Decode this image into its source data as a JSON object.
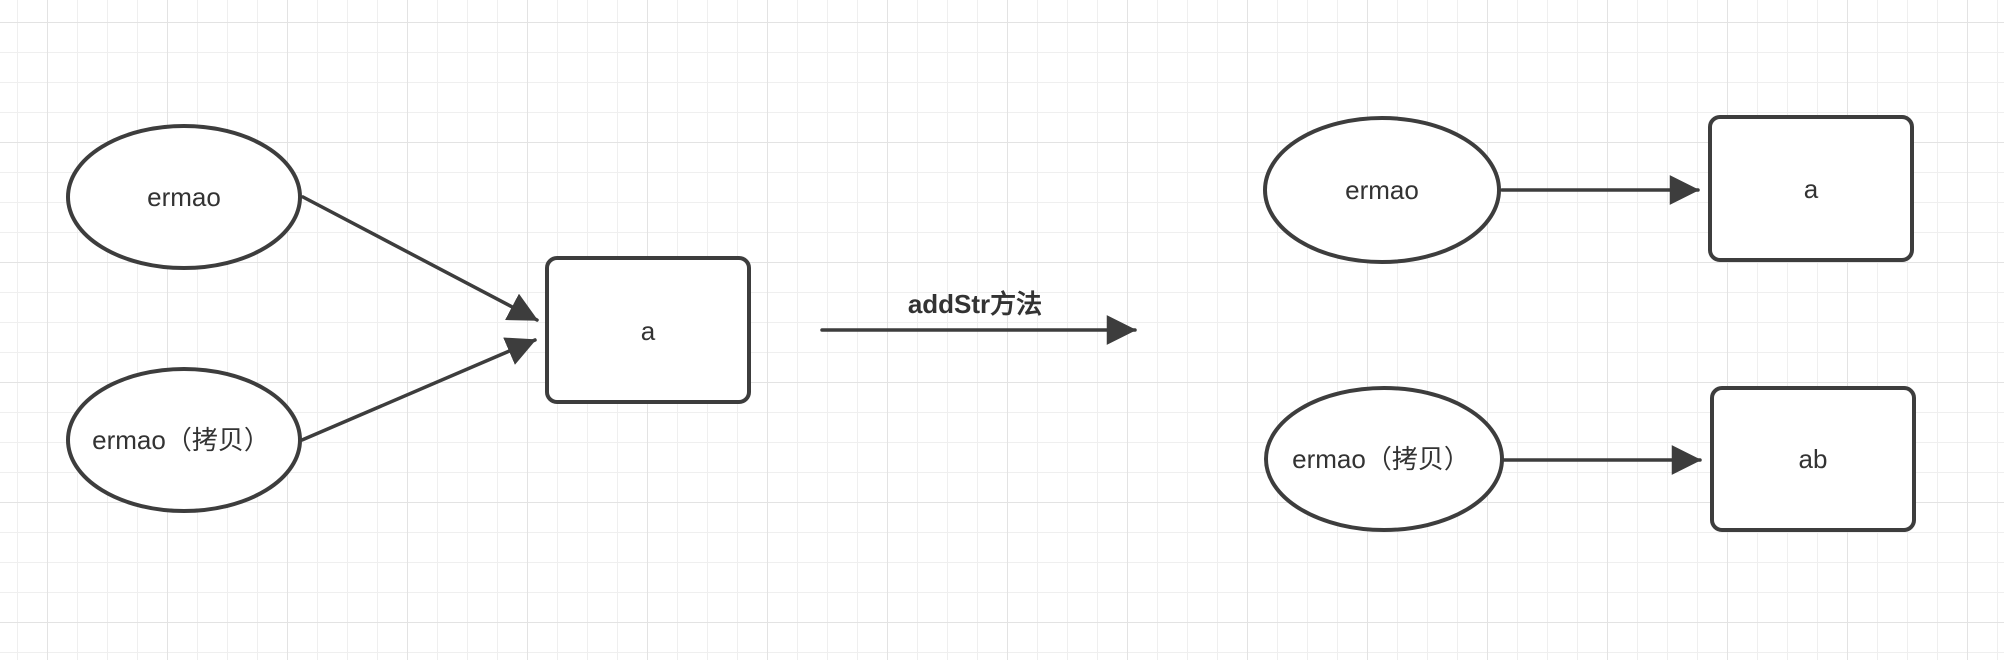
{
  "canvas": {
    "background": "#ffffff",
    "grid_minor_color": "#efefef",
    "grid_major_color": "#e3e3e3"
  },
  "colors": {
    "shape_stroke": "#3d3d3d",
    "shape_fill": "#ffffff",
    "text": "#333333"
  },
  "nodes": [
    {
      "id": "left-source",
      "shape": "ellipse",
      "label": "ermao"
    },
    {
      "id": "left-copy",
      "shape": "ellipse",
      "label": "ermao（拷贝）"
    },
    {
      "id": "left-value",
      "shape": "rectangle",
      "label": "a"
    },
    {
      "id": "right-source",
      "shape": "ellipse",
      "label": "ermao"
    },
    {
      "id": "right-source-value",
      "shape": "rectangle",
      "label": "a"
    },
    {
      "id": "right-copy",
      "shape": "ellipse",
      "label": "ermao（拷贝）"
    },
    {
      "id": "right-copy-value",
      "shape": "rectangle",
      "label": "ab"
    }
  ],
  "edges": [
    {
      "id": "transform-arrow",
      "label": "addStr方法"
    }
  ]
}
